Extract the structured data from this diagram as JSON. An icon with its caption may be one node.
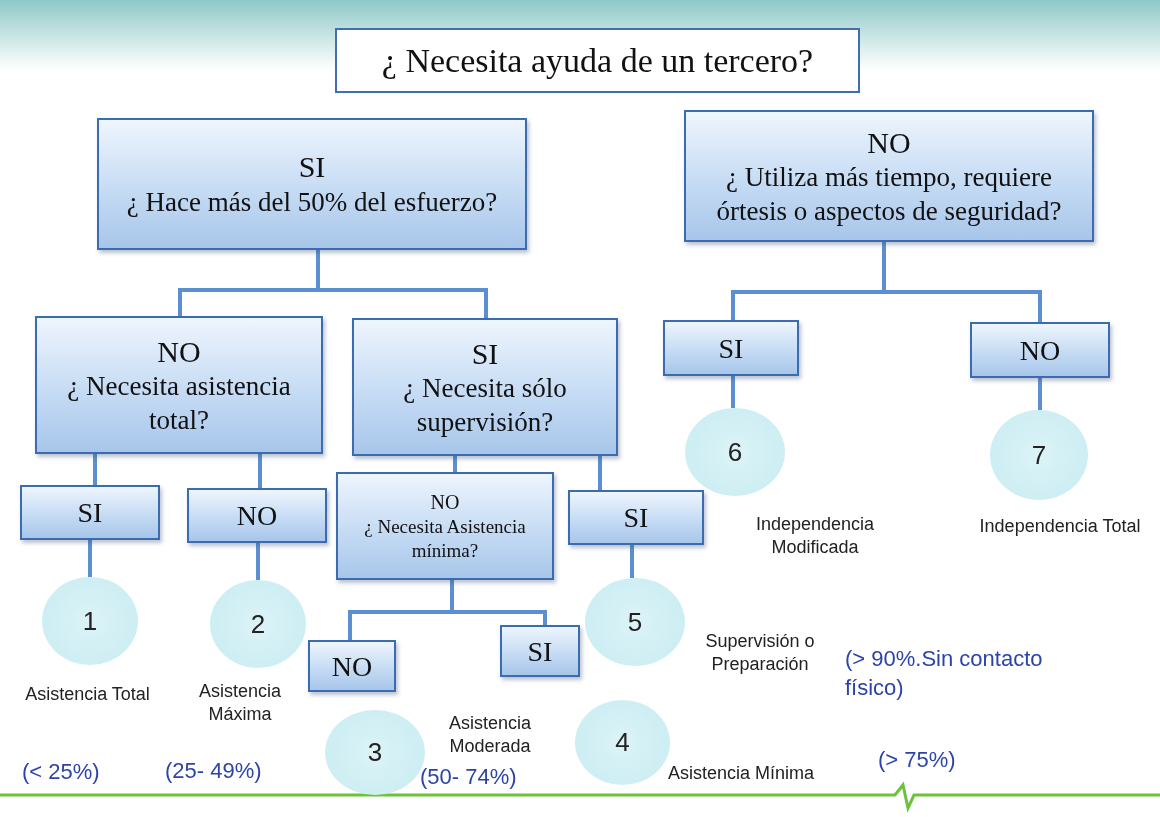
{
  "diagram": {
    "title": "¿ Necesita ayuda de un tercero?",
    "nodes": [
      {
        "text": [
          "SI",
          "¿ Hace más del 50% del esfuerzo?"
        ]
      },
      {
        "text": [
          "NO",
          "¿ Utiliza más tiempo, requiere órtesis o aspectos de seguridad?"
        ]
      },
      {
        "text": [
          "NO",
          "¿ Necesita asistencia total?"
        ]
      },
      {
        "text": [
          "SI",
          "¿ Necesita sólo supervisión?"
        ]
      },
      {
        "text": [
          "SI"
        ]
      },
      {
        "text": [
          "NO"
        ]
      },
      {
        "text": [
          "NO",
          "¿ Necesita Asistencia mínima?"
        ]
      },
      {
        "text": [
          "SI"
        ]
      },
      {
        "text": [
          "SI"
        ]
      },
      {
        "text": [
          "NO"
        ]
      },
      {
        "text": [
          "NO"
        ]
      },
      {
        "text": [
          "SI"
        ]
      },
      {
        "text": [
          "1"
        ],
        "beside": [
          "Asistencia Total",
          "(< 25%)"
        ]
      },
      {
        "text": [
          "2"
        ],
        "beside": [
          "Asistencia Máxima",
          "(25- 49%)"
        ]
      },
      {
        "text": [
          "3"
        ],
        "beside": [
          "Asistencia Moderada",
          "(50- 74%)"
        ]
      },
      {
        "text": [
          "4"
        ],
        "beside": [
          "Asistencia Mínima",
          "(> 75%)"
        ]
      },
      {
        "text": [
          "5"
        ],
        "beside": [
          "Supervisión o Preparación",
          "(> 90%.Sin contacto físico)"
        ]
      },
      {
        "text": [
          "6"
        ],
        "beside": [
          "Independencia Modificada"
        ]
      },
      {
        "text": [
          "7"
        ],
        "beside": [
          "Independencia Total"
        ]
      }
    ],
    "edges": [
      {
        "from": 0,
        "to": 2,
        "arrow": "none"
      },
      {
        "from": 0,
        "to": 3,
        "arrow": "none"
      },
      {
        "from": 1,
        "to": 8,
        "arrow": "none"
      },
      {
        "from": 1,
        "to": 9,
        "arrow": "none"
      },
      {
        "from": 2,
        "to": 4,
        "arrow": "none"
      },
      {
        "from": 2,
        "to": 5,
        "arrow": "none"
      },
      {
        "from": 3,
        "to": 6,
        "arrow": "none"
      },
      {
        "from": 3,
        "to": 7,
        "arrow": "none"
      },
      {
        "from": 6,
        "to": 10,
        "arrow": "none"
      },
      {
        "from": 6,
        "to": 11,
        "arrow": "none"
      },
      {
        "from": 4,
        "to": 12,
        "arrow": "none"
      },
      {
        "from": 5,
        "to": 13,
        "arrow": "none"
      },
      {
        "from": 7,
        "to": 16,
        "arrow": "none"
      },
      {
        "from": 8,
        "to": 17,
        "arrow": "none"
      },
      {
        "from": 9,
        "to": 18,
        "arrow": "none"
      }
    ]
  }
}
